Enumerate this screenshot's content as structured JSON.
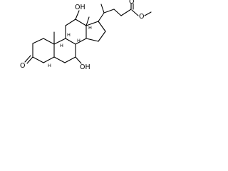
{
  "molecule": {
    "atom_labels": {
      "oh_12": "OH",
      "ketone_o": "O",
      "oh_7": "OH",
      "ester_o_carbonyl": "O",
      "ester_o_ether": "O"
    },
    "stereo_h_labels": {
      "h8": "H",
      "h9": "H",
      "h14": "H",
      "h17": "H",
      "h5": "H"
    }
  }
}
